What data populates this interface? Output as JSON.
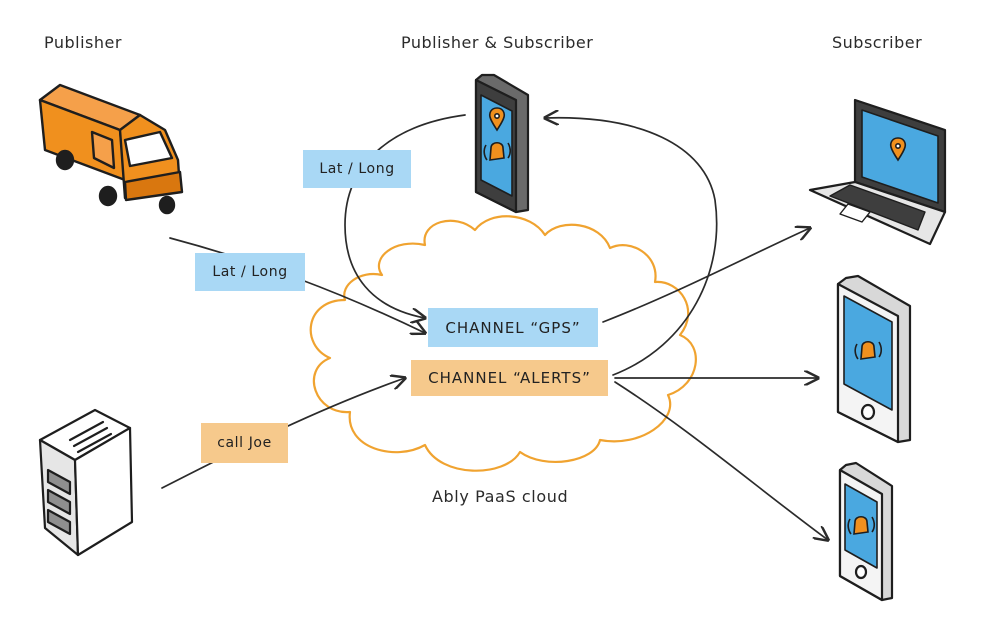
{
  "headings": {
    "publisher": "Publisher",
    "publisher_subscriber": "Publisher & Subscriber",
    "subscriber": "Subscriber"
  },
  "labels": {
    "phone_latlong": "Lat / Long",
    "van_latlong": "Lat / Long",
    "server_call": "call Joe",
    "channel_gps": "CHANNEL “GPS”",
    "channel_alerts": "CHANNEL “ALERTS”",
    "cloud": "Ably PaaS cloud"
  },
  "colors": {
    "van": "#f0901e",
    "van_dark": "#d9770f",
    "cloud_stroke": "#f0a330",
    "label_blue": "#a9d8f5",
    "label_orange": "#f6c98c",
    "screen_blue": "#4aa8e0",
    "pin_orange": "#f0901e",
    "ink": "#2b2b2b",
    "server_gray": "#e6e6e6"
  },
  "icons": {
    "van": "van-icon",
    "server": "server-icon",
    "phone": "phone-icon",
    "laptop": "laptop-icon",
    "tablet": "tablet-icon",
    "location_pin": "location-pin-icon",
    "alert_bell": "alert-bell-icon"
  }
}
